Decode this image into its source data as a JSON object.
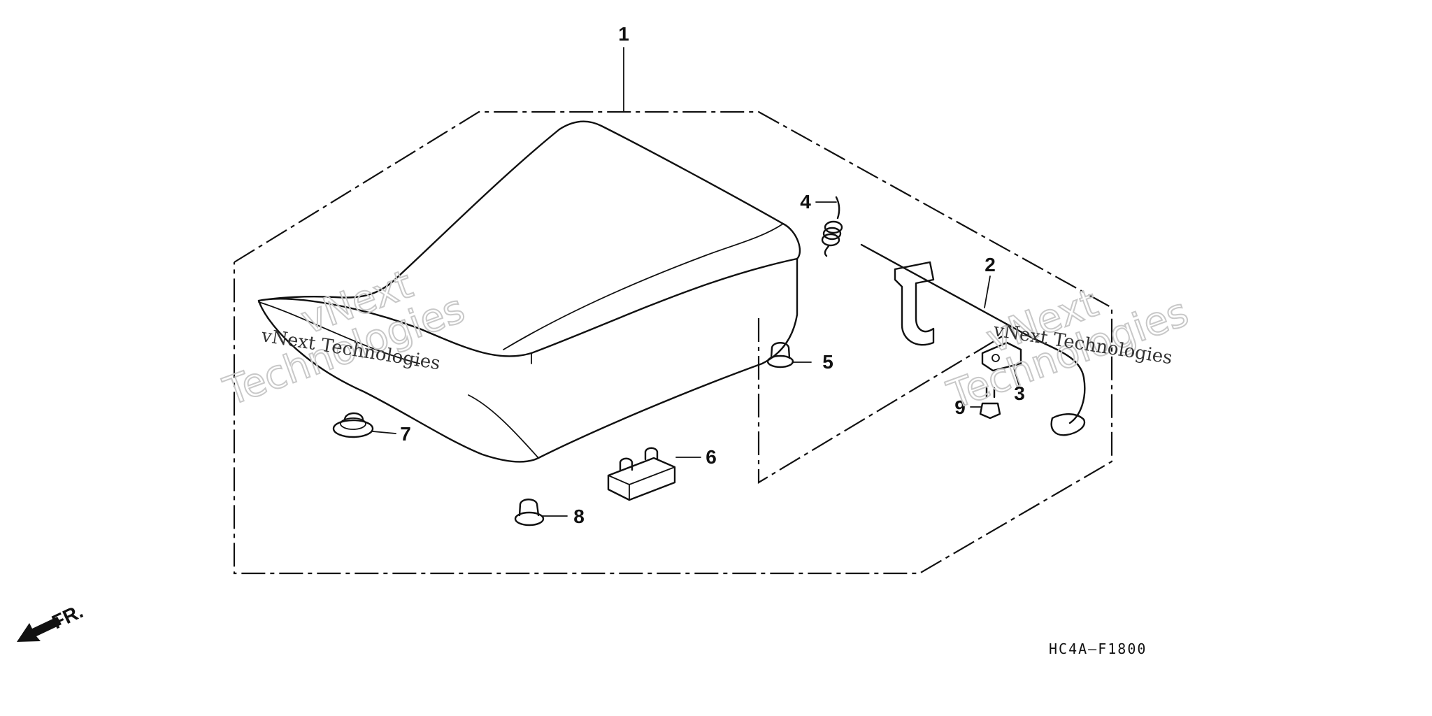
{
  "diagram_code": "HC4A–F1800",
  "front_indicator": "FR.",
  "watermark": {
    "line1": "vNext",
    "line2": "Technologies",
    "small": "vNext Technologies"
  },
  "callouts": [
    {
      "id": "1",
      "part": "seat-assembly"
    },
    {
      "id": "2",
      "part": "seat-lock-rod"
    },
    {
      "id": "3",
      "part": "lock-bracket"
    },
    {
      "id": "4",
      "part": "torsion-spring"
    },
    {
      "id": "5",
      "part": "rubber-stopper"
    },
    {
      "id": "6",
      "part": "seat-cushion-block"
    },
    {
      "id": "7",
      "part": "seat-grommet"
    },
    {
      "id": "8",
      "part": "rubber-mount"
    },
    {
      "id": "9",
      "part": "bolt"
    }
  ]
}
